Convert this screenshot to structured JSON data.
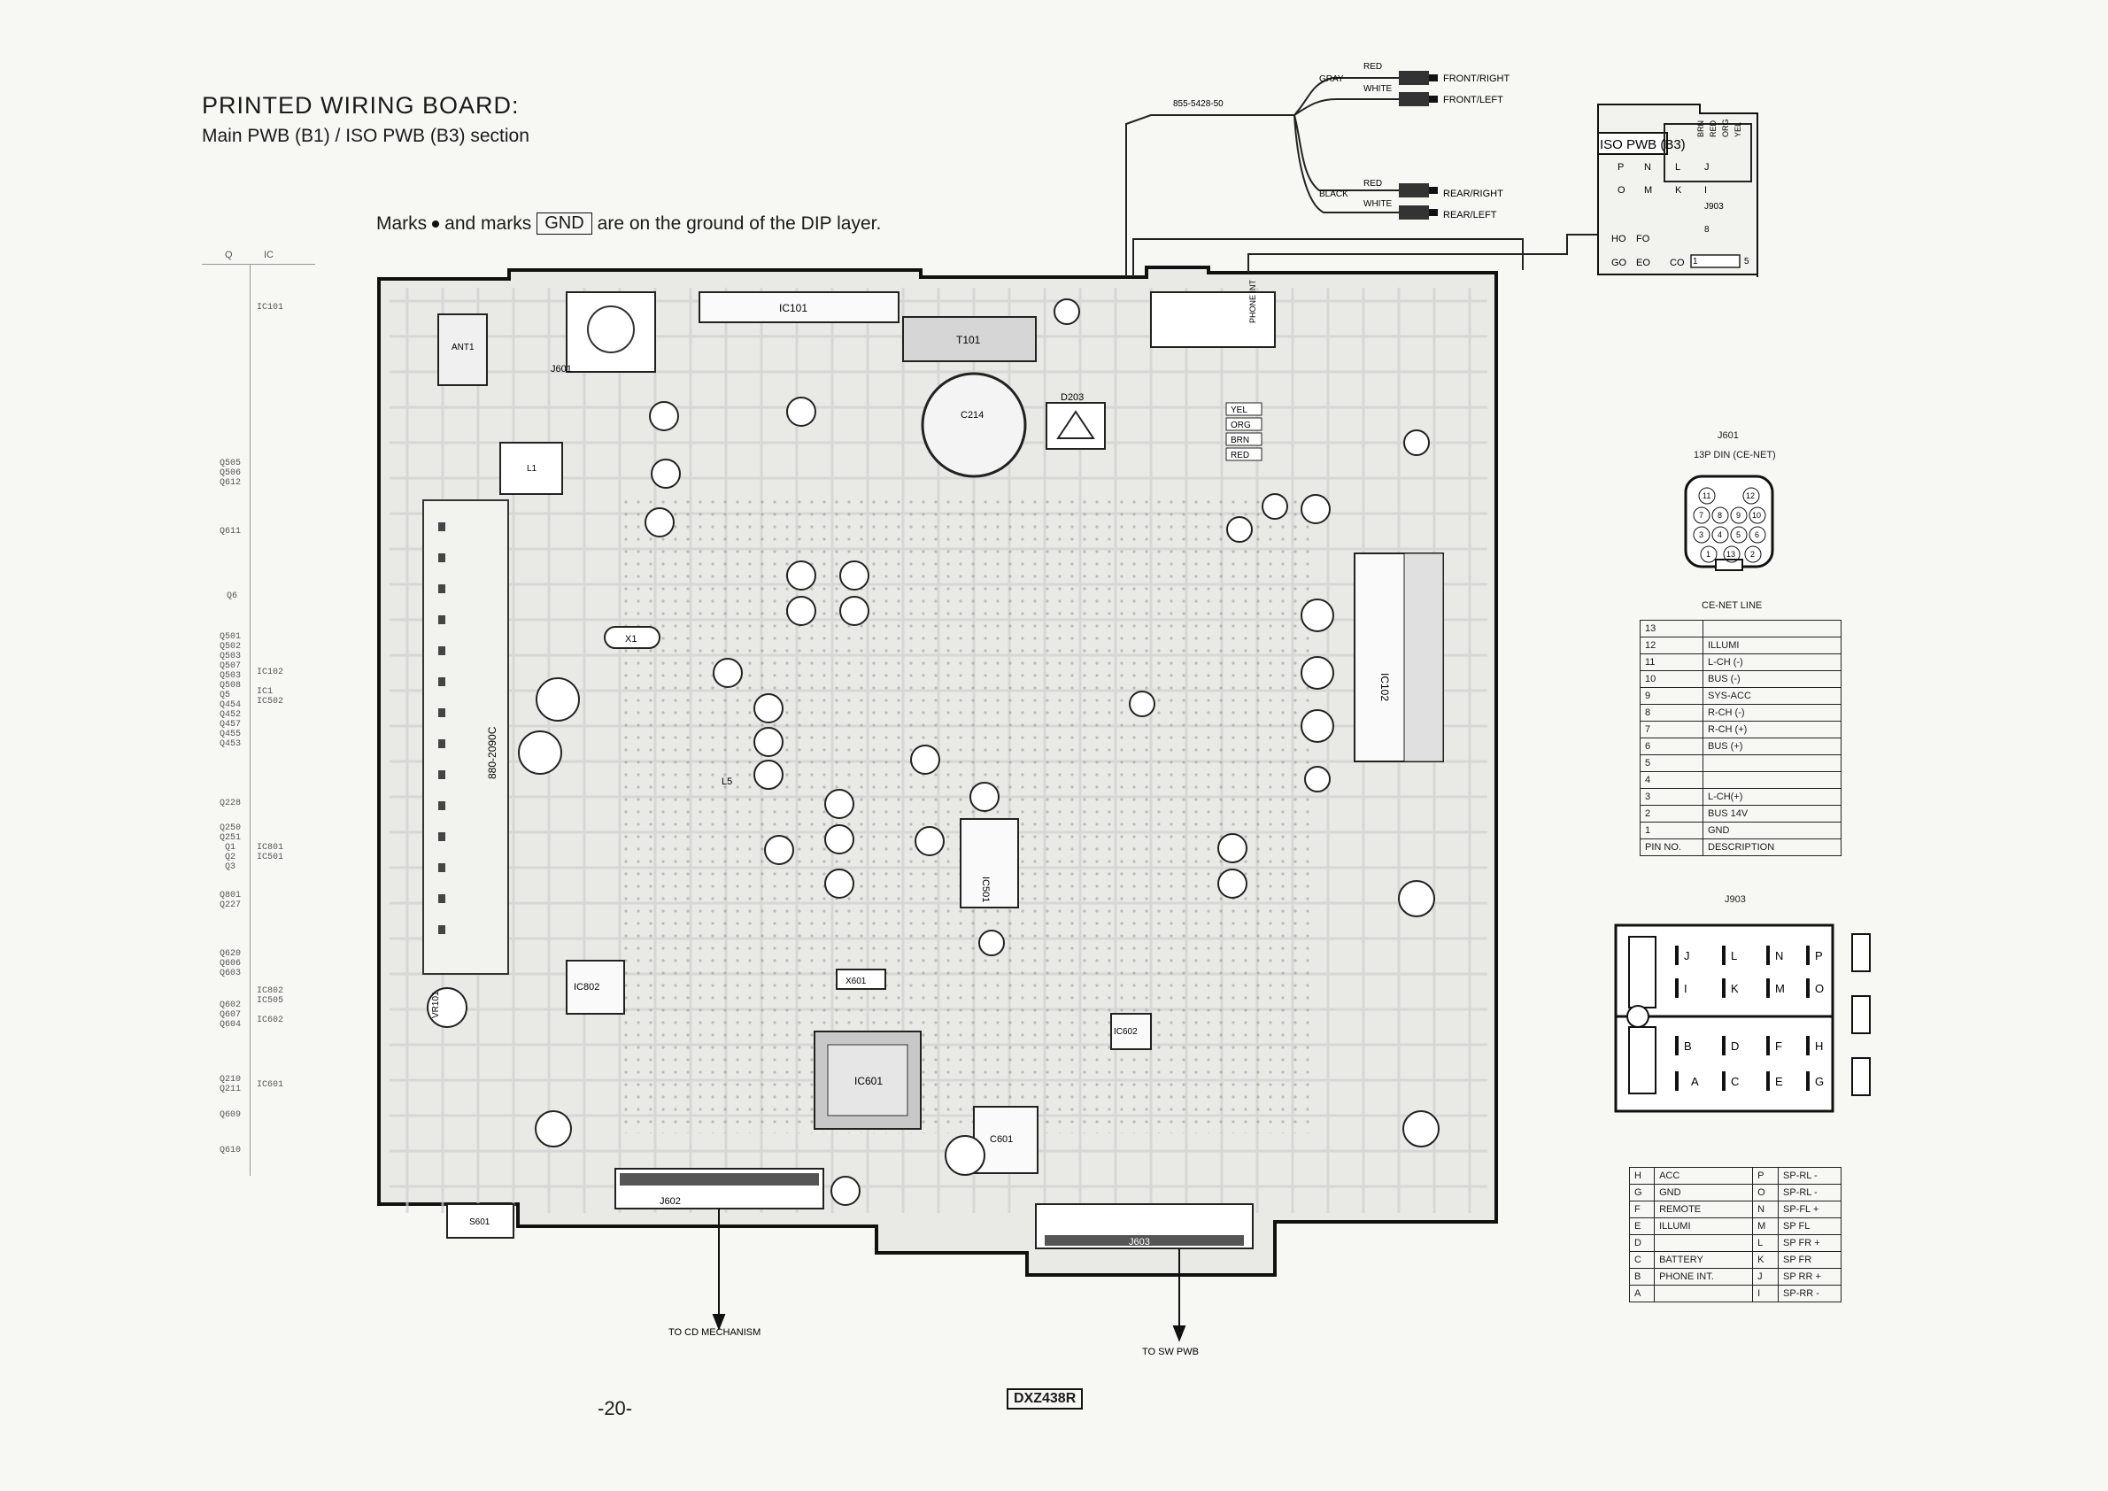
{
  "header": {
    "title": "PRINTED WIRING BOARD:",
    "subtitle": "Main PWB (B1) / ISO PWB (B3) section",
    "note_prefix": "Marks",
    "note_mid": "and marks",
    "note_gnd": "GND",
    "note_suffix": "are on the ground of the DIP layer."
  },
  "index": {
    "q_head": "Q",
    "ic_head": "IC",
    "rows": [
      {
        "q": "",
        "ic": "IC101"
      },
      {
        "q": "Q505\nQ506\nQ612",
        "ic": ""
      },
      {
        "q": "Q611",
        "ic": ""
      },
      {
        "q": "Q6",
        "ic": ""
      },
      {
        "q": "Q501\nQ502\nQ503\nQ507\nQ503\nQ508\nQ5\nQ454\nQ452\nQ457\nQ455\nQ453",
        "ic": "IC102\n\nIC1\nIC502"
      },
      {
        "q": "Q228",
        "ic": ""
      },
      {
        "q": "Q250\nQ251",
        "ic": ""
      },
      {
        "q": "Q1\nQ2\nQ3",
        "ic": "IC801\nIC501"
      },
      {
        "q": "Q801\nQ227",
        "ic": ""
      },
      {
        "q": "Q620\nQ606\nQ603",
        "ic": ""
      },
      {
        "q": "Q602\nQ607\nQ604",
        "ic": "IC802\nIC505\n\nIC602"
      },
      {
        "q": "Q210\nQ211",
        "ic": "IC601"
      },
      {
        "q": "Q609",
        "ic": ""
      },
      {
        "q": "Q610",
        "ic": ""
      }
    ]
  },
  "board": {
    "part_number": "855-5428-50",
    "wires": {
      "gray": "GRAY",
      "red1": "RED",
      "white1": "WHITE",
      "black": "BLACK",
      "red2": "RED",
      "white2": "WHITE",
      "front_right": "FRONT/RIGHT",
      "front_left": "FRONT/LEFT",
      "rear_right": "REAR/RIGHT",
      "rear_left": "REAR/LEFT"
    },
    "labels": {
      "ic101": "IC101",
      "t101": "T101",
      "c214": "C214",
      "d203": "D203",
      "ic102": "IC102",
      "ic501": "IC501",
      "ic601": "IC601",
      "ic802": "IC802",
      "ic602": "IC602",
      "j601": "J601",
      "j602": "J602",
      "j603": "J603",
      "x1": "X1",
      "x601": "X601",
      "s601": "S601",
      "vr101": "VR101",
      "ant": "ANT1",
      "l1": "L1",
      "l5": "L5",
      "c601": "C601",
      "phone_int": "PHONE INT",
      "yel": "YEL",
      "org": "ORG",
      "brn": "BRN",
      "red": "RED",
      "board_code": "880-2090C"
    },
    "arrows": {
      "to_cd": "TO CD MECHANISM",
      "to_sw": "TO SW PWB"
    }
  },
  "iso_pwb": {
    "title": "ISO PWB (B3)",
    "wire_tags": [
      "BRN",
      "RED",
      "ORG",
      "YEL"
    ],
    "pins_top": [
      "P",
      "N",
      "L",
      "J"
    ],
    "pins_mid": [
      "O",
      "M",
      "K",
      "I"
    ],
    "connector": "J903",
    "pins_bottom_a": [
      "HO",
      "FO"
    ],
    "pins_bottom_b": [
      "GO",
      "EO",
      "CO"
    ],
    "pin_one": "1",
    "pin_five": "5",
    "pin_eight": "8"
  },
  "j601": {
    "title": "J601",
    "subtitle": "13P DIN (CE-NET)",
    "pins": [
      "11",
      "12",
      "7",
      "8",
      "9",
      "10",
      "3",
      "4",
      "5",
      "6",
      "1",
      "13",
      "2"
    ]
  },
  "cenet_table": {
    "title": "CE-NET LINE",
    "rows": [
      [
        "13",
        ""
      ],
      [
        "12",
        "ILLUMI"
      ],
      [
        "11",
        "L-CH (-)"
      ],
      [
        "10",
        "BUS (-)"
      ],
      [
        "9",
        "SYS-ACC"
      ],
      [
        "8",
        "R-CH (-)"
      ],
      [
        "7",
        "R-CH (+)"
      ],
      [
        "6",
        "BUS (+)"
      ],
      [
        "5",
        ""
      ],
      [
        "4",
        ""
      ],
      [
        "3",
        "L-CH(+)"
      ],
      [
        "2",
        "BUS 14V"
      ],
      [
        "1",
        "GND"
      ]
    ],
    "footer": [
      "PIN NO.",
      "DESCRIPTION"
    ]
  },
  "j903": {
    "title": "J903",
    "top_row": [
      "J",
      "L",
      "N",
      "P"
    ],
    "mid_row": [
      "I",
      "K",
      "M",
      "O"
    ],
    "row3": [
      "B",
      "D",
      "F",
      "H"
    ],
    "row4": [
      "A",
      "C",
      "E",
      "G"
    ]
  },
  "iso_table": {
    "rows": [
      [
        "H",
        "ACC",
        "P",
        "SP-RL -"
      ],
      [
        "G",
        "GND",
        "O",
        "SP-RL -"
      ],
      [
        "F",
        "REMOTE",
        "N",
        "SP-FL +"
      ],
      [
        "E",
        "ILLUMI",
        "M",
        "SP FL"
      ],
      [
        "D",
        "",
        "L",
        "SP FR +"
      ],
      [
        "C",
        "BATTERY",
        "K",
        "SP FR"
      ],
      [
        "B",
        "PHONE INT.",
        "J",
        "SP RR +"
      ],
      [
        "A",
        "",
        "I",
        "SP-RR -"
      ]
    ]
  },
  "footer": {
    "page": "-20-",
    "model": "DXZ438R"
  }
}
